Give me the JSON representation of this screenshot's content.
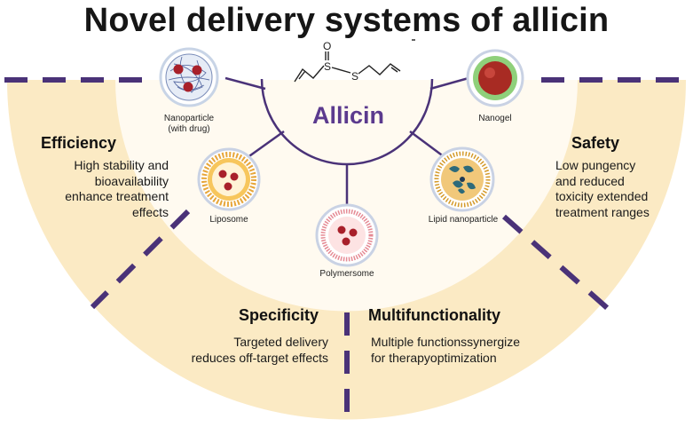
{
  "title": "Novel delivery systems of allicin",
  "center": {
    "label": "Allicin"
  },
  "molecule": {
    "atoms": {
      "s1": "S",
      "s2": "S",
      "o": "O"
    }
  },
  "nanoparticles": {
    "nanoparticle": "Nanoparticle\n(with drug)",
    "nanogel": "Nanogel",
    "liposome": "Liposome",
    "polymersome": "Polymersome",
    "lipid": "Lipid nanoparticle"
  },
  "sections": {
    "efficiency": {
      "title": "Efficiency",
      "body": "High stability and\nbioavailability\nenhance treatment\neffects"
    },
    "safety": {
      "title": "Safety",
      "body": "Low pungency\nand reduced\ntoxicity extended\ntreatment ranges"
    },
    "specificity": {
      "title": "Specificity",
      "body": "Targeted delivery\nreduces off-target effects"
    },
    "multifunctionality": {
      "title": "Multifunctionality",
      "body": "Multiple functionssynergize\nfor therapyoptimization"
    }
  },
  "colors": {
    "band": "#fbeac4",
    "inner": "#fffaf0",
    "accent": "#5b3a8e",
    "dash": "#4a3278"
  }
}
